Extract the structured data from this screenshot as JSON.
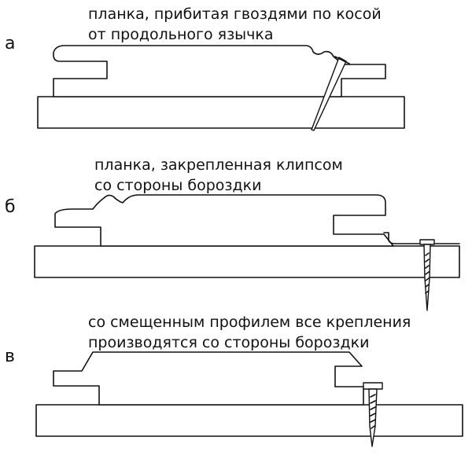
{
  "panels": [
    {
      "letter": "а",
      "caption": [
        "планка, прибитая гвоздями по косой",
        "от продольного язычка"
      ]
    },
    {
      "letter": "б",
      "caption": [
        "планка, закрепленная клипсом",
        "со стороны бороздки"
      ]
    },
    {
      "letter": "в",
      "caption": [
        "со смещенным профилем все крепления",
        "производятся со стороны бороздки"
      ]
    }
  ]
}
